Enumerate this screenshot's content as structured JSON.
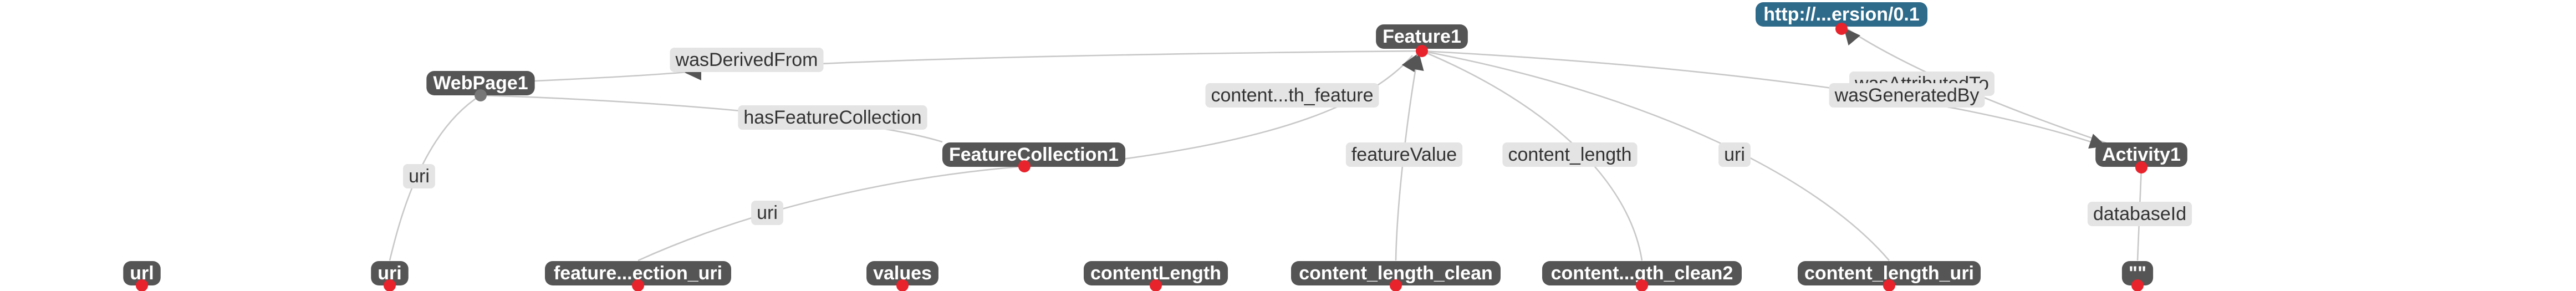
{
  "colors": {
    "node": "#555555",
    "node_uri": "#2e6a8a",
    "edge": "#c8c8c8",
    "label_bg": "#e4e4e4",
    "port": "#e8232c"
  },
  "nodes": [
    {
      "id": "feature1",
      "label": "Feature1"
    },
    {
      "id": "version_uri",
      "label": "http://...ersion/0.1"
    },
    {
      "id": "webpage1",
      "label": "WebPage1"
    },
    {
      "id": "featurecollection1",
      "label": "FeatureCollection1"
    },
    {
      "id": "activity1",
      "label": "Activity1"
    },
    {
      "id": "url",
      "label": "url"
    },
    {
      "id": "uri",
      "label": "uri"
    },
    {
      "id": "feature_collection_uri",
      "label": "feature...ection_uri"
    },
    {
      "id": "values",
      "label": "values"
    },
    {
      "id": "contentlength",
      "label": "contentLength"
    },
    {
      "id": "content_length_clean",
      "label": "content_length_clean"
    },
    {
      "id": "content_length_clean2",
      "label": "content...gth_clean2"
    },
    {
      "id": "content_length_uri",
      "label": "content_length_uri"
    },
    {
      "id": "dbid",
      "label": "\"\""
    }
  ],
  "edges": [
    {
      "id": "wasDerivedFrom",
      "label": "wasDerivedFrom"
    },
    {
      "id": "hasFeatureCollection",
      "label": "hasFeatureCollection"
    },
    {
      "id": "uri_webpage",
      "label": "uri"
    },
    {
      "id": "content_of_feature",
      "label": "content...th_feature"
    },
    {
      "id": "uri_fc",
      "label": "uri"
    },
    {
      "id": "featureValue",
      "label": "featureValue"
    },
    {
      "id": "content_length",
      "label": "content_length"
    },
    {
      "id": "uri_feature",
      "label": "uri"
    },
    {
      "id": "wasAttributedTo",
      "label": "wasAttributedTo"
    },
    {
      "id": "wasGeneratedBy",
      "label": "wasGeneratedBy"
    },
    {
      "id": "databaseId",
      "label": "databaseId"
    }
  ]
}
